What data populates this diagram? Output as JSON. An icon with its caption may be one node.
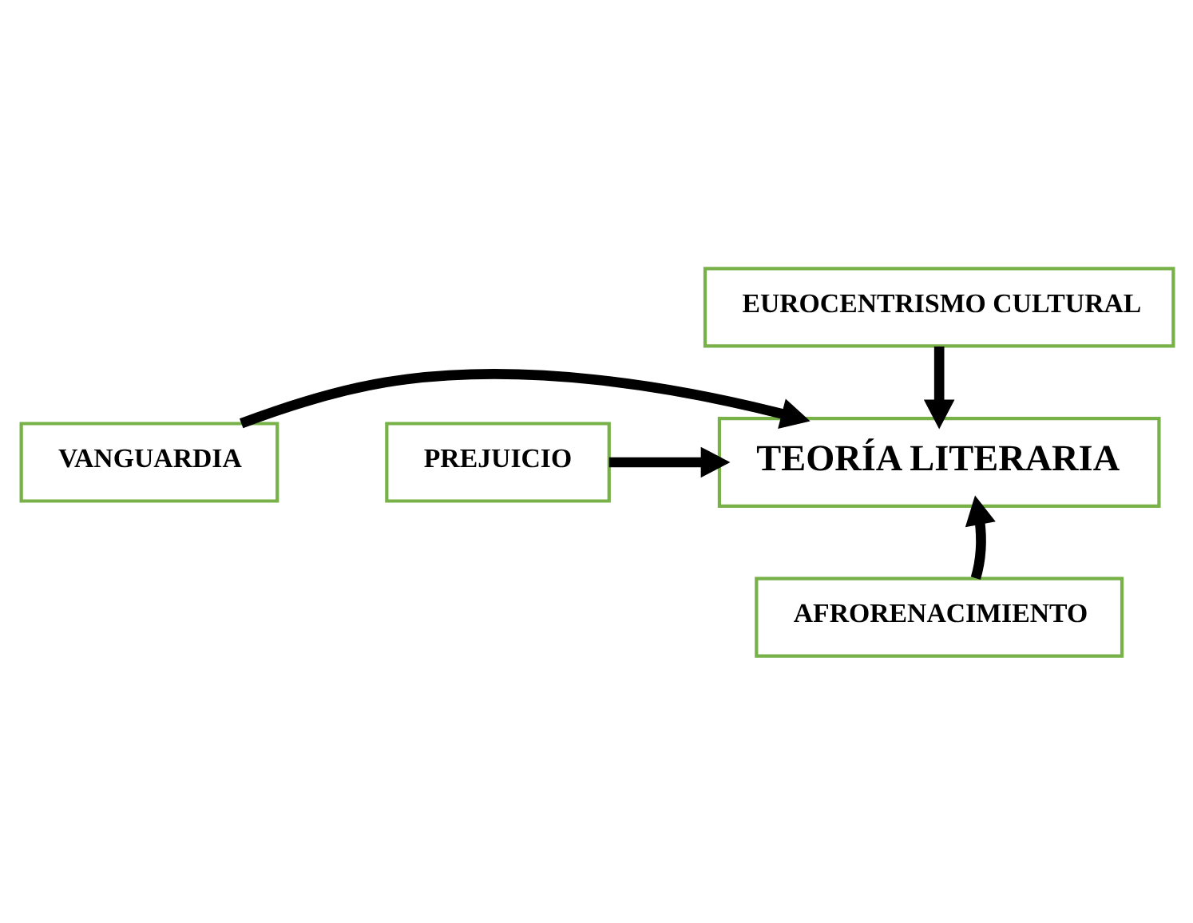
{
  "diagram": {
    "nodes": [
      {
        "text": [
          "EUROCENTRISMO CULTURAL"
        ]
      },
      {
        "text": [
          "VANGUARDIA"
        ]
      },
      {
        "text": [
          "TEORÍA LITERARIA"
        ]
      },
      {
        "text": [
          "PREJUICIO"
        ]
      },
      {
        "text": [
          "AFRORENACIMIENTO"
        ]
      }
    ],
    "edges": [
      {
        "from": 0,
        "to": 2,
        "arrow": "to"
      },
      {
        "from": 1,
        "to": 2,
        "arrow": "to"
      },
      {
        "from": 3,
        "to": 2,
        "arrow": "to"
      },
      {
        "from": 4,
        "to": 2,
        "arrow": "to"
      }
    ]
  }
}
